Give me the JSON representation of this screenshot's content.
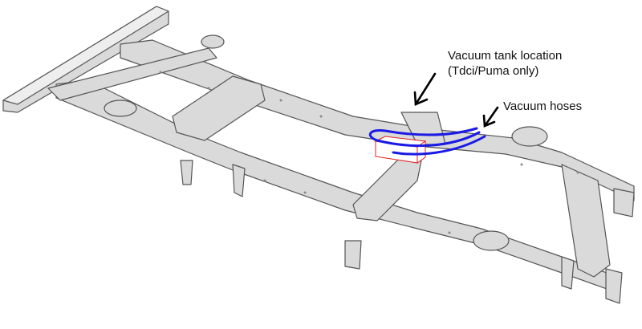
{
  "annotations": {
    "vacuum_tank_line1": "Vacuum tank location",
    "vacuum_tank_line2": "(Tdci/Puma only)",
    "vacuum_hoses": "Vacuum hoses"
  },
  "colors": {
    "frame_fill": "#d9d9d9",
    "frame_stroke": "#555555",
    "hose": "#1a1ae6",
    "tank_outline": "#e02020",
    "arrow": "#000000"
  }
}
